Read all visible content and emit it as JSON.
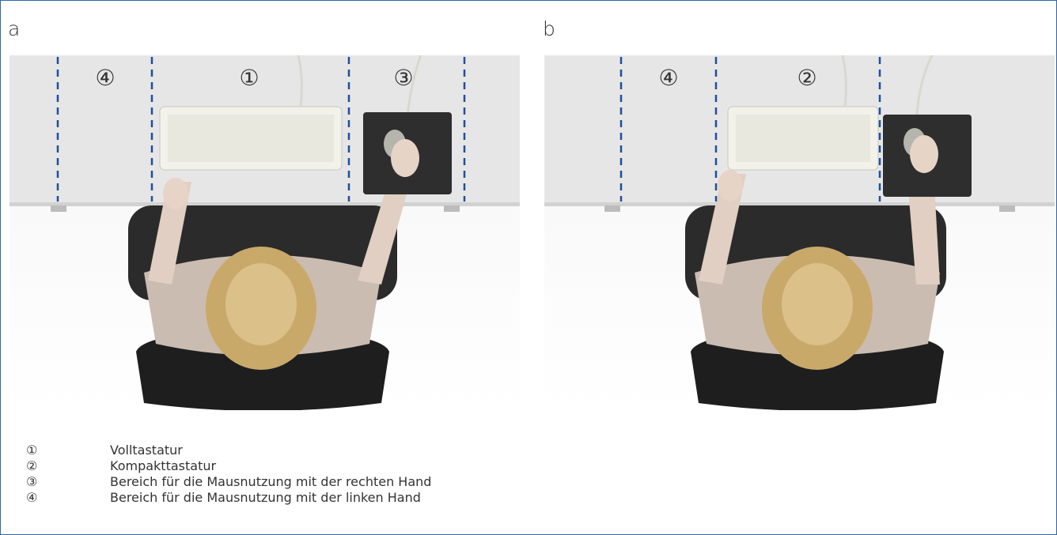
{
  "panels": [
    {
      "label": "a",
      "zones": [
        "④",
        "①",
        "③"
      ]
    },
    {
      "label": "b",
      "zones": [
        "④",
        "②"
      ]
    }
  ],
  "legend": [
    {
      "num": "①",
      "text": "Volltastatur"
    },
    {
      "num": "②",
      "text": "Kompakttastatur"
    },
    {
      "num": "③",
      "text": "Bereich für die Mausnutzung mit der rechten Hand"
    },
    {
      "num": "④",
      "text": "Bereich für die Mausnutzung mit der linken Hand"
    }
  ],
  "colors": {
    "frame": "#2f66a8",
    "dash": "#1f4f9a",
    "desk": "#e6e6e6"
  }
}
